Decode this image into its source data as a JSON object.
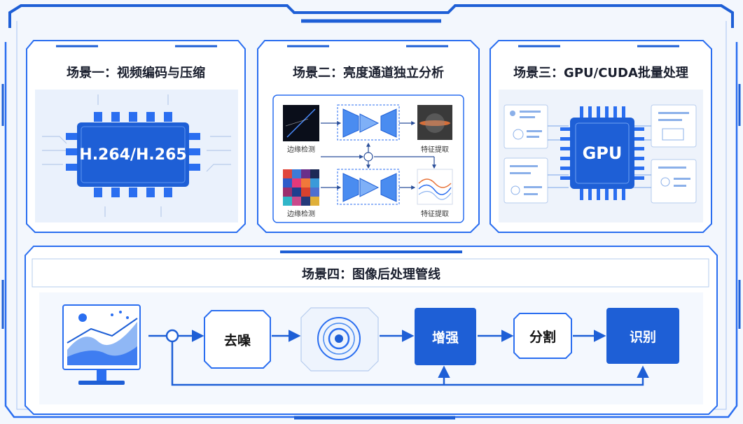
{
  "colors": {
    "primary": "#1e5fd6",
    "accent": "#2f80ff",
    "light_bg": "#eef4fd",
    "line": "#2a6ef0"
  },
  "scenario1": {
    "title": "场景一：视频编码与压缩",
    "chip_label": "H.264/H.265",
    "chip_icon": "chip-icon"
  },
  "scenario2": {
    "title": "场景二：亮度通道独立分析",
    "top_input_label": "边缘检测",
    "bottom_input_label": "边缘检测",
    "top_output_label": "特征提取",
    "bottom_output_label": "特征提取"
  },
  "scenario3": {
    "title": "场景三：GPU/CUDA批量处理",
    "chip_label": "GPU",
    "chip_icon": "gpu-icon"
  },
  "scenario4": {
    "title": "场景四：图像后处理管线",
    "input_icon": "monitor-chart-icon",
    "steps": [
      {
        "label": "去噪",
        "style": "outline"
      },
      {
        "label": "",
        "style": "icon",
        "icon": "lens-icon"
      },
      {
        "label": "增强",
        "style": "filled"
      },
      {
        "label": "分割",
        "style": "outline"
      },
      {
        "label": "识别",
        "style": "filled"
      }
    ]
  }
}
